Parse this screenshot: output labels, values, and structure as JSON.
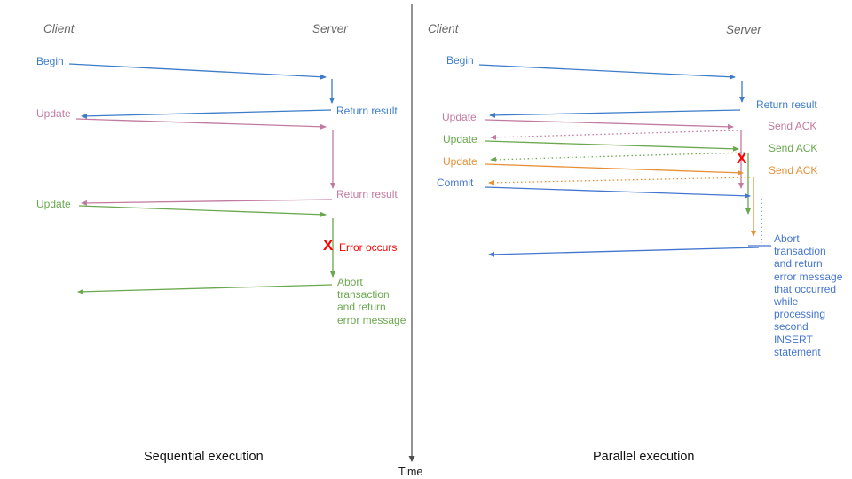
{
  "colors": {
    "request_blue": "#3d7cc9",
    "update1_pink": "#c27ba0",
    "update2_green": "#6aa84f",
    "update3_orange": "#e69138",
    "commit_blue": "#4476cf",
    "error_red": "#ff0000",
    "title_gray": "#666666",
    "axis_gray": "#4d4d4d"
  },
  "axis": {
    "label": "Time"
  },
  "left": {
    "title_client": "Client",
    "title_server": "Server",
    "labels": {
      "begin": "Begin",
      "return_result_1": "Return result",
      "update_1": "Update",
      "return_result_2": "Return result",
      "update_2": "Update",
      "error_mark": "X",
      "error_text": "Error occurs",
      "abort_note": "Abort transaction and return error message"
    },
    "caption": "Sequential execution"
  },
  "right": {
    "title_client": "Client",
    "title_server": "Server",
    "labels": {
      "begin": "Begin",
      "return_result": "Return result",
      "update_1": "Update",
      "send_ack_1": "Send ACK",
      "update_2": "Update",
      "send_ack_2": "Send ACK",
      "update_3": "Update",
      "send_ack_3": "Send ACK",
      "commit": "Commit",
      "error_mark": "X",
      "abort_note": "Abort transaction and return error message that occurred while processing second INSERT statement"
    },
    "caption": "Parallel execution"
  }
}
